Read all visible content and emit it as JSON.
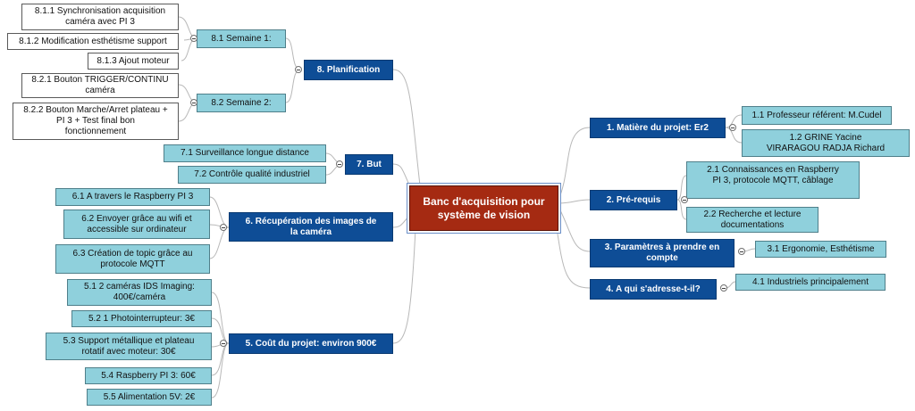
{
  "central": "Banc d'acquisition pour système de vision",
  "nodes": {
    "n1": "1.  Matière du projet: Er2",
    "n1_1": "1.1  Professeur référent: M.Cudel",
    "n1_2": "1.2         GRINE Yacine\nVIRARAGOU RADJA Richard",
    "n2": "2.  Pré-requis",
    "n2_1": "2.1     Connaissances en Raspberry\nPI 3, protocole MQTT, câblage",
    "n2_2": "2.2    Recherche et lecture\ndocumentations",
    "n3": "3.    Paramètres à prendre en\ncompte",
    "n3_1": "3.1  Ergonomie, Esthétisme",
    "n4": "4.  A qui s'adresse-t-il?",
    "n4_1": "4.1  Industriels principalement",
    "n5": "5.  Coût du projet: environ 900€",
    "n5_1": "5.1    2 caméras IDS Imaging:\n400€/caméra",
    "n5_2": "5.2  1 Photointerrupteur: 3€",
    "n5_3": "5.3   Support métallique et plateau\nrotatif avec moteur: 30€",
    "n5_4": "5.4  Raspberry PI 3: 60€",
    "n5_5": "5.5  Alimentation 5V: 2€",
    "n6": "6.       Récupération des images de\nla caméra",
    "n6_1": "6.1  A travers le Raspberry PI 3",
    "n6_2": "6.2      Envoyer grâce au wifi et\naccessible sur ordinateur",
    "n6_3": "6.3    Création de topic grâce au\nprotocole MQTT",
    "n7": "7.  But",
    "n7_1": "7.1  Surveillance longue distance",
    "n7_2": "7.2  Contrôle qualité industriel",
    "n8": "8.  Planification",
    "n8_1": "8.1  Semaine 1:",
    "n8_1_1": "8.1.1   Synchronisation acquisition\ncaméra avec PI 3",
    "n8_1_2": "8.1.2  Modification esthétisme support",
    "n8_1_3": "8.1.3  Ajout moteur",
    "n8_2": "8.2  Semaine 2:",
    "n8_2_1": "8.2.1     Bouton TRIGGER/CONTINU\ncaméra",
    "n8_2_2": "8.2.2     Bouton Marche/Arret plateau +\nPI 3 + Test final bon\nfonctionnement"
  },
  "colors": {
    "central": "#a52a12",
    "main_topic": "#0e4d96",
    "subtopic": "#8fd0dc",
    "leaf": "#ffffff",
    "connector": "#b8b8b8"
  }
}
